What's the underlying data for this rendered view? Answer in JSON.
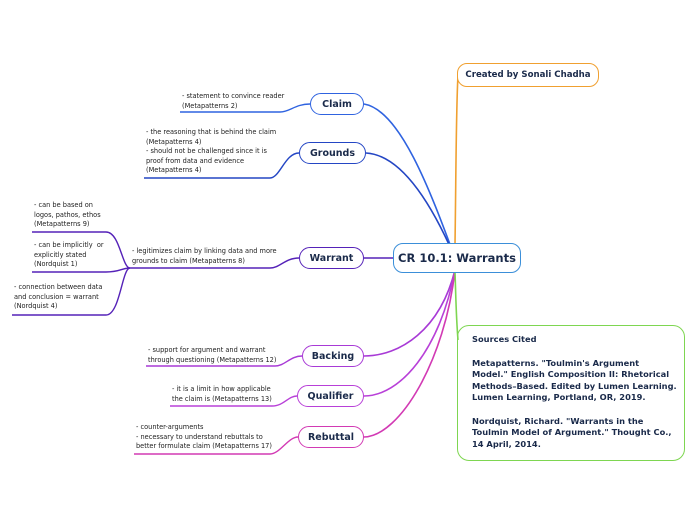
{
  "central": {
    "label": "CR 10.1: Warrants"
  },
  "credit": {
    "label": "Created by Sonali Chadha"
  },
  "branches": {
    "claim": {
      "label": "Claim",
      "color": "#2f63e0",
      "notes": [
        "- statement to convince reader\n(Metapatterns 2)"
      ]
    },
    "grounds": {
      "label": "Grounds",
      "color": "#2446c4",
      "notes": [
        "- the reasoning that is behind the claim\n(Metapatterns 4)\n- should not be challenged since it is\nproof from data and evidence\n(Metapatterns 4)"
      ]
    },
    "warrant": {
      "label": "Warrant",
      "color": "#5522b8",
      "notes": [
        "- legitimizes claim by linking data and more\ngrounds to claim (Metapatterns 8)",
        "- can be based on\nlogos, pathos, ethos\n(Metapatterns 9)",
        "- can be implicitly  or\nexplicitly stated\n(Nordquist 1)",
        "- connection between data\nand conclusion = warrant\n(Nordquist 4)"
      ]
    },
    "backing": {
      "label": "Backing",
      "color": "#a83ad6",
      "notes": [
        "- support for argument and warrant\nthrough questioning (Metapatterns 12)"
      ]
    },
    "qualifier": {
      "label": "Qualifier",
      "color": "#b840d8",
      "notes": [
        "- it is a limit in how applicable\nthe claim is (Metapatterns 13)"
      ]
    },
    "rebuttal": {
      "label": "Rebuttal",
      "color": "#d23ab4",
      "notes": [
        "- counter-arguments\n- necessary to understand rebuttals to\nbetter formulate claim (Metapatterns 17)"
      ]
    }
  },
  "sources": {
    "title": "Sources Cited",
    "refs": [
      "Metapatterns. \"Toulmin's Argument\nModel.\" English Composition II: Rhetorical\nMethods–Based. Edited by Lumen Learning.\nLumen Learning, Portland, OR, 2019.",
      "Nordquist, Richard. \"Warrants in the\nToulmin Model of Argument.\" Thought Co.,\n14 April, 2014."
    ]
  },
  "colors": {
    "central": "#3b8fd9",
    "credit": "#f0a030",
    "sources": "#7ed651"
  }
}
